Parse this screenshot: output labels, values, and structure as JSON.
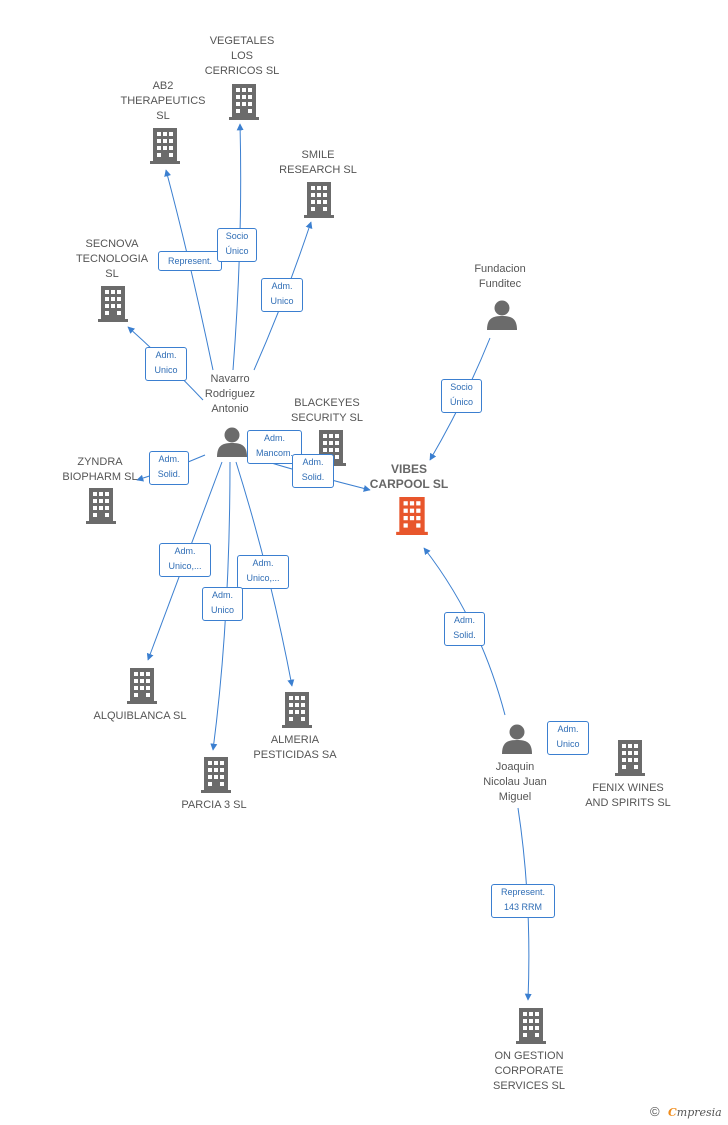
{
  "colors": {
    "edge": "#3b7fd0",
    "company_icon": "#6b6b6b",
    "main_company_icon": "#e8562c",
    "person_icon": "#6b6b6b"
  },
  "nodes": {
    "navarro": {
      "label": "Navarro\nRodriguez\nAntonio",
      "type": "person"
    },
    "fundacion": {
      "label": "Fundacion\nFunditec",
      "type": "person"
    },
    "joaquin": {
      "label": "Joaquin\nNicolau Juan\nMiguel",
      "type": "person"
    },
    "vibes": {
      "label": "VIBES\nCARPOOL  SL",
      "type": "main-company"
    },
    "vegetales": {
      "label": "VEGETALES\nLOS\nCERRICOS  SL",
      "type": "company"
    },
    "ab2": {
      "label": "AB2\nTHERAPEUTICS\nSL",
      "type": "company"
    },
    "smile": {
      "label": "SMILE\nRESEARCH  SL",
      "type": "company"
    },
    "secnova": {
      "label": "SECNOVA\nTECNOLOGIA\nSL",
      "type": "company"
    },
    "blackeyes": {
      "label": "BLACKEYES\nSECURITY  SL",
      "type": "company"
    },
    "zyndra": {
      "label": "ZYNDRA\nBIOPHARM SL",
      "type": "company"
    },
    "alquiblanca": {
      "label": "ALQUIBLANCA SL",
      "type": "company"
    },
    "almeria": {
      "label": "ALMERIA\nPESTICIDAS SA",
      "type": "company"
    },
    "parcia": {
      "label": "PARCIA 3  SL",
      "type": "company"
    },
    "fenix": {
      "label": "FENIX WINES\nAND SPIRITS  SL",
      "type": "company"
    },
    "ongestion": {
      "label": "ON GESTION\nCORPORATE\nSERVICES SL",
      "type": "company"
    }
  },
  "edges": {
    "represent_ab2": "Represent.",
    "socio_vegetales": "Socio\nÚnico",
    "adm_smile": "Adm.\nUnico",
    "adm_secnova": "Adm.\nUnico",
    "socio_fundacion": "Socio\nÚnico",
    "mancom_blackeyes": "Adm.\nMancom.",
    "solid_vibes_navarro": "Adm.\nSolid.",
    "solid_zyndra": "Adm.\nSolid.",
    "unico_alquiblanca": "Adm.\nUnico,...",
    "unico_almeria": "Adm.\nUnico,...",
    "unico_parcia": "Adm.\nUnico",
    "solid_vibes_joaquin": "Adm.\nSolid.",
    "unico_fenix": "Adm.\nUnico",
    "represent_ongestion": "Represent.\n143 RRM"
  },
  "footer": {
    "copyright": "©",
    "brand_first": "C",
    "brand_rest": "mpresia"
  }
}
